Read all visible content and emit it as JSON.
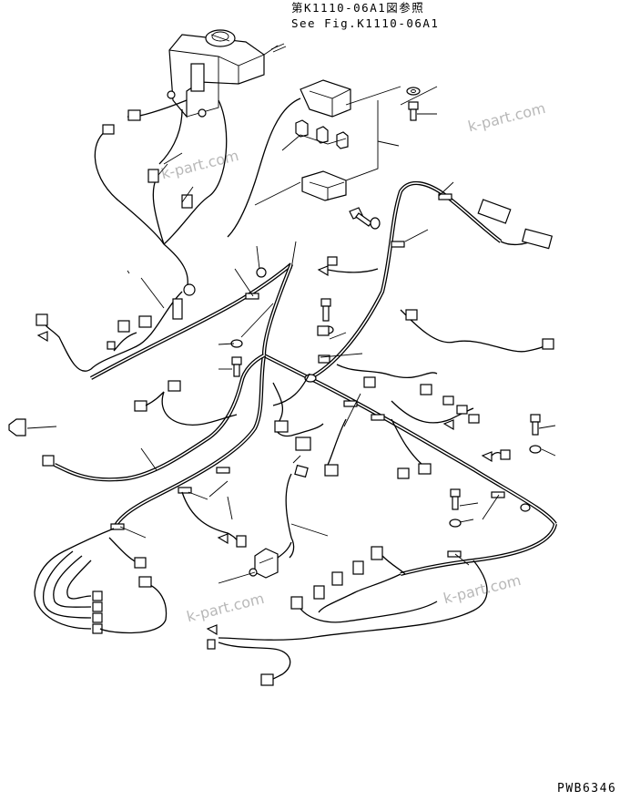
{
  "reference_note": {
    "line1": "第K1110-06A1図参照",
    "line2": "See Fig.K1110-06A1"
  },
  "drawing_code": "PWB6346",
  "watermarks": [
    "k-part.com",
    "k-part.com",
    "k-part.com",
    "k-part.com"
  ]
}
